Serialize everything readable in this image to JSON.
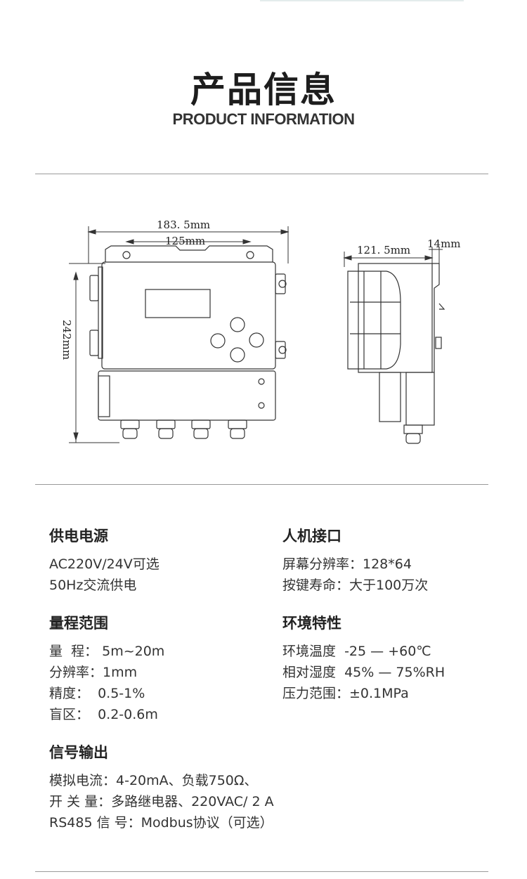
{
  "header": {
    "title": "产品信息",
    "subtitle": "PRODUCT INFORMATION"
  },
  "diagram": {
    "front_width": "183. 5mm",
    "mount_width": "125mm",
    "height": "242mm",
    "side_depth": "121. 5mm",
    "side_offset": "14mm"
  },
  "specs": {
    "power": {
      "title": "供电电源",
      "lines": [
        "AC220V/24V可选",
        "50Hz交流供电"
      ]
    },
    "hmi": {
      "title": "人机接口",
      "lines": [
        "屏幕分辨率：128*64",
        "按键寿命：大于100万次"
      ]
    },
    "range": {
      "title": "量程范围",
      "lines": [
        "量  程： 5m~20m",
        "分辨率：1mm",
        "精度：  0.5-1%",
        "盲区：  0.2-0.6m"
      ]
    },
    "env": {
      "title": "环境特性",
      "lines": [
        "环境温度  -25 — +60℃",
        "相对湿度  45% — 75%RH",
        "压力范围：±0.1MPa"
      ]
    },
    "signal": {
      "title": "信号输出",
      "lines": [
        "模拟电流：4-20mA、负载750Ω、",
        "开 关 量：多路继电器、220VAC/ 2 A",
        "RS485 信 号：Modbus协议（可选）"
      ]
    }
  }
}
